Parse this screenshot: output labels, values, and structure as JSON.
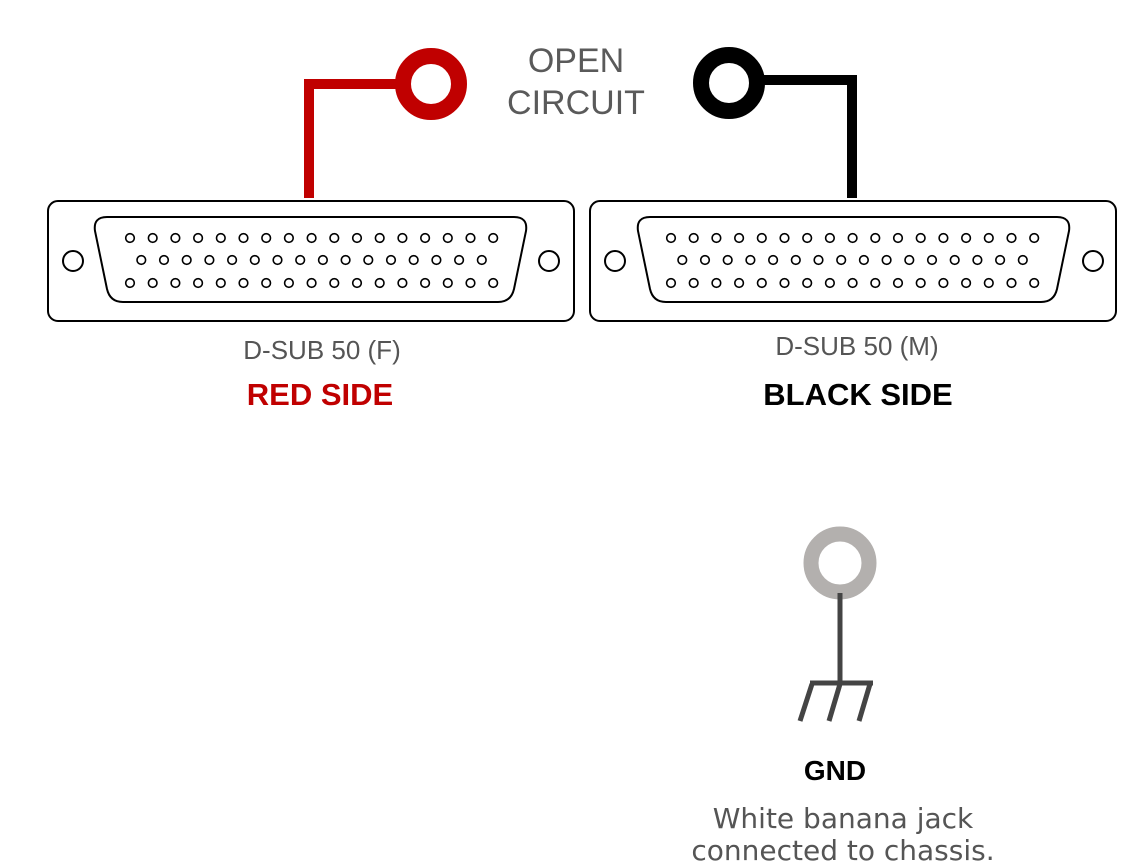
{
  "open_circuit": {
    "line1": "OPEN",
    "line2": "CIRCUIT"
  },
  "red_connector": {
    "type_label": "D-SUB 50 (F)",
    "side_label": "RED SIDE",
    "pins_per_row": [
      17,
      16,
      17
    ]
  },
  "black_connector": {
    "type_label": "D-SUB 50 (M)",
    "side_label": "BLACK SIDE",
    "pins_per_row": [
      17,
      16,
      17
    ]
  },
  "ground": {
    "label": "GND",
    "description_line1": "White banana jack",
    "description_line2": "connected to chassis."
  },
  "colors": {
    "red": "#c00000",
    "black": "#000000",
    "gnd_jack": "#b3b0ae",
    "gnd_wire": "#444444",
    "text_gray": "#555555"
  }
}
